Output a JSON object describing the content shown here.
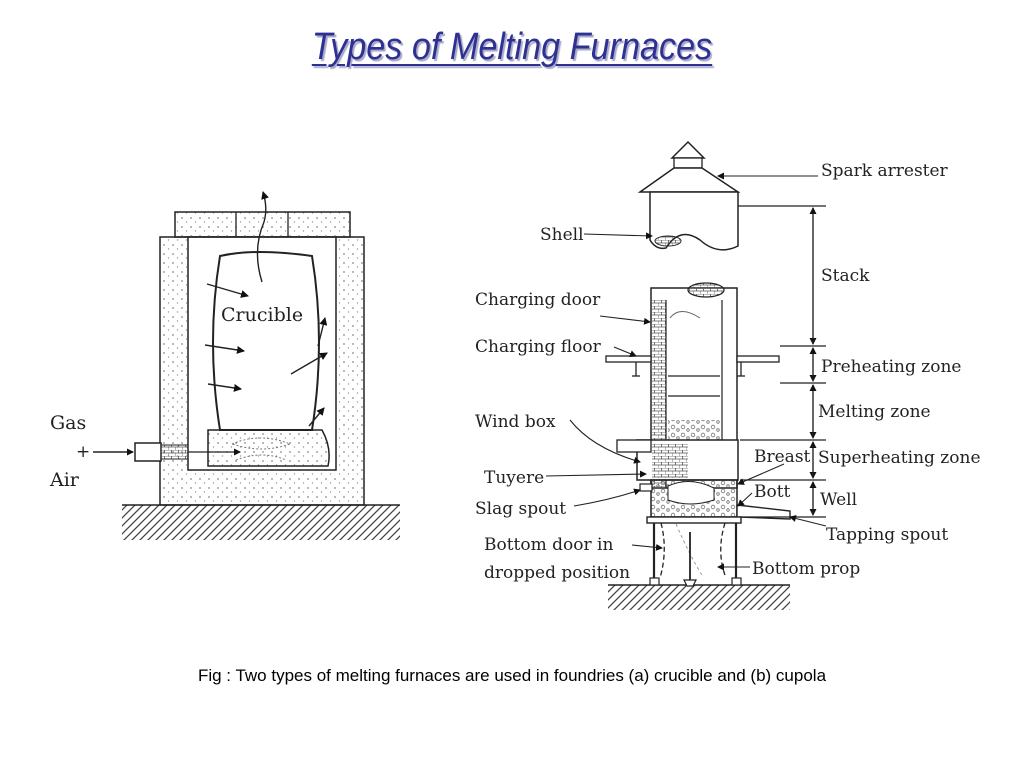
{
  "slide": {
    "title": "Types of Melting Furnaces",
    "caption": "Fig : Two types of melting furnaces are used in foundries (a) crucible and (b) cupola"
  },
  "crucible": {
    "labels": {
      "crucible": "Crucible",
      "gas": "Gas",
      "plus": "+",
      "air": "Air"
    }
  },
  "cupola": {
    "labels": {
      "spark_arrester": "Spark  arrester",
      "shell": "Shell",
      "stack": "Stack",
      "charging_door": "Charging  door",
      "charging_floor": "Charging  floor",
      "preheating_zone": "Preheating  zone",
      "melting_zone": "Melting  zone",
      "wind_box": "Wind  box",
      "breast": "Breast",
      "superheating_zone": "Superheating  zone",
      "tuyere": "Tuyere",
      "bott": "Bott",
      "slag_spout": "Slag  spout",
      "well": "Well",
      "tapping_spout": "Tapping  spout",
      "bottom_door_1": "Bottom  door  in",
      "bottom_door_2": "dropped  position",
      "bottom_prop": "Bottom  prop"
    }
  }
}
